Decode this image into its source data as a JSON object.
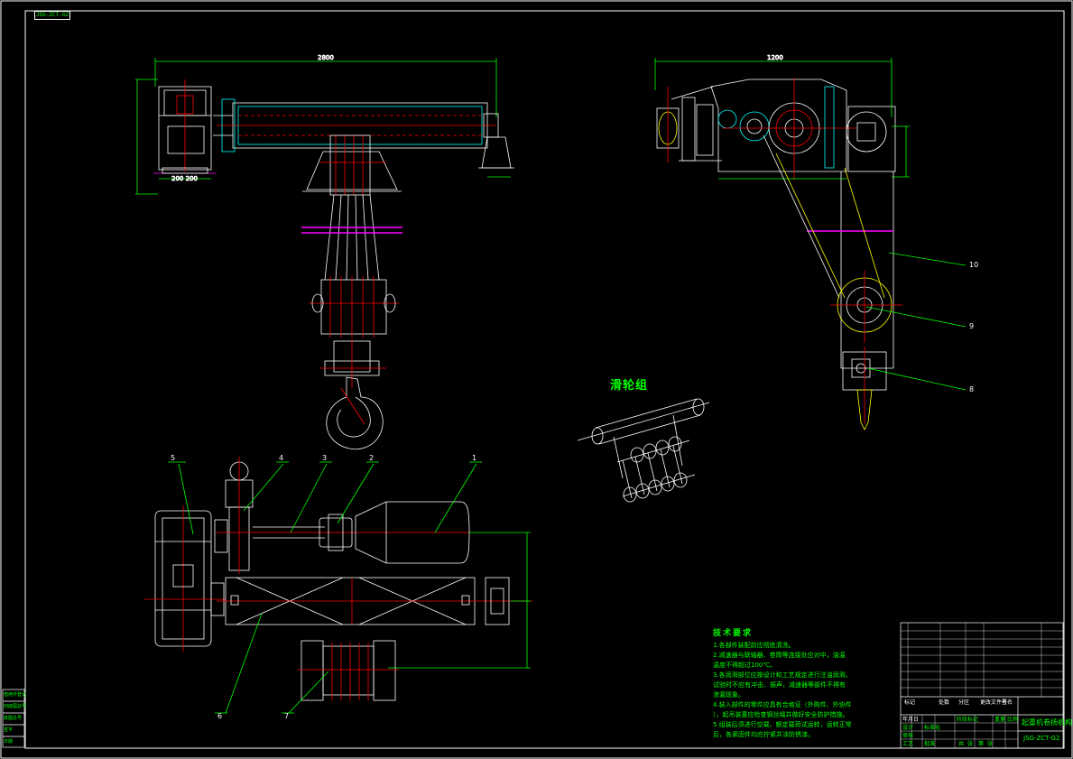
{
  "drawing": {
    "code_tag": "JSG-ZCT-G2",
    "sheet_label": "滑轮组",
    "part_labels": [
      "1",
      "2",
      "3",
      "4",
      "5",
      "6",
      "7",
      "8",
      "9",
      "10"
    ],
    "notes": {
      "title": "技术要求",
      "lines": [
        "1.各部件装配前应彻底清洗。",
        "2.减速器与联轴器、卷筒等连接处应对中，油温",
        "  温度不得超过100℃。",
        "3.各润滑部位应按设计和工艺规定进行注油润滑。",
        "  试验时不应有冲击、振声，减速器等部件不得有",
        "  渗漏现象。",
        "4.装入部件的零件应具有合格证（外购件、外协件",
        "  ），起吊装置应检查钢丝绳并做好安全防护措施。",
        "5.组装后须进行空载、额定载荷试运转，运转正常",
        "  后，各紧固件均应拧紧并涂防锈漆。"
      ]
    },
    "title_block": {
      "drawing_name": "起重机卷扬机构",
      "drawing_no": "JSG-ZCT-G2",
      "labels": [
        "标记",
        "处数",
        "分区",
        "更改文件号",
        "签名",
        "年月日",
        "设计",
        "标准化",
        "审核",
        "工艺",
        "批准",
        "阶段标记",
        "重量",
        "比例",
        "共",
        "张",
        "第",
        "张"
      ]
    },
    "left_strip": [
      "借用件登记",
      "旧底图总号",
      "底图总号",
      "签字",
      "日期"
    ]
  }
}
